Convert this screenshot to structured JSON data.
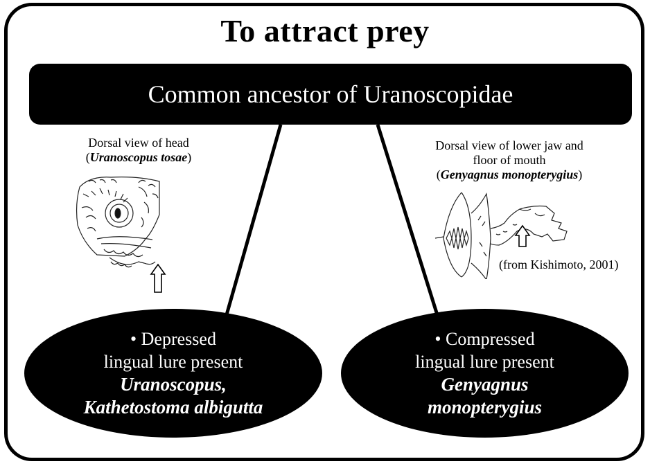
{
  "title": "To attract prey",
  "ancestor": "Common ancestor of Uranoscopidae",
  "left": {
    "caption_line1": "Dorsal view of head",
    "caption_open": "(",
    "caption_species": "Uranoscopus tosae",
    "caption_close": ")",
    "bullet": "• Depressed",
    "trait": "lingual lure present",
    "taxa1": "Uranoscopus,",
    "taxa2": "Kathetostoma albigutta",
    "figure_icon": "fish-head-dorsal-drawing"
  },
  "right": {
    "caption_line1": "Dorsal view of lower jaw and",
    "caption_line2": "floor of mouth",
    "caption_open": "(",
    "caption_species": "Genyagnus monopterygius",
    "caption_close": ")",
    "source": "(from Kishimoto, 2001)",
    "bullet": "• Compressed",
    "trait": "lingual lure present",
    "taxa1": "Genyagnus",
    "taxa2": "monopterygius",
    "figure_icon": "lower-jaw-drawing"
  }
}
